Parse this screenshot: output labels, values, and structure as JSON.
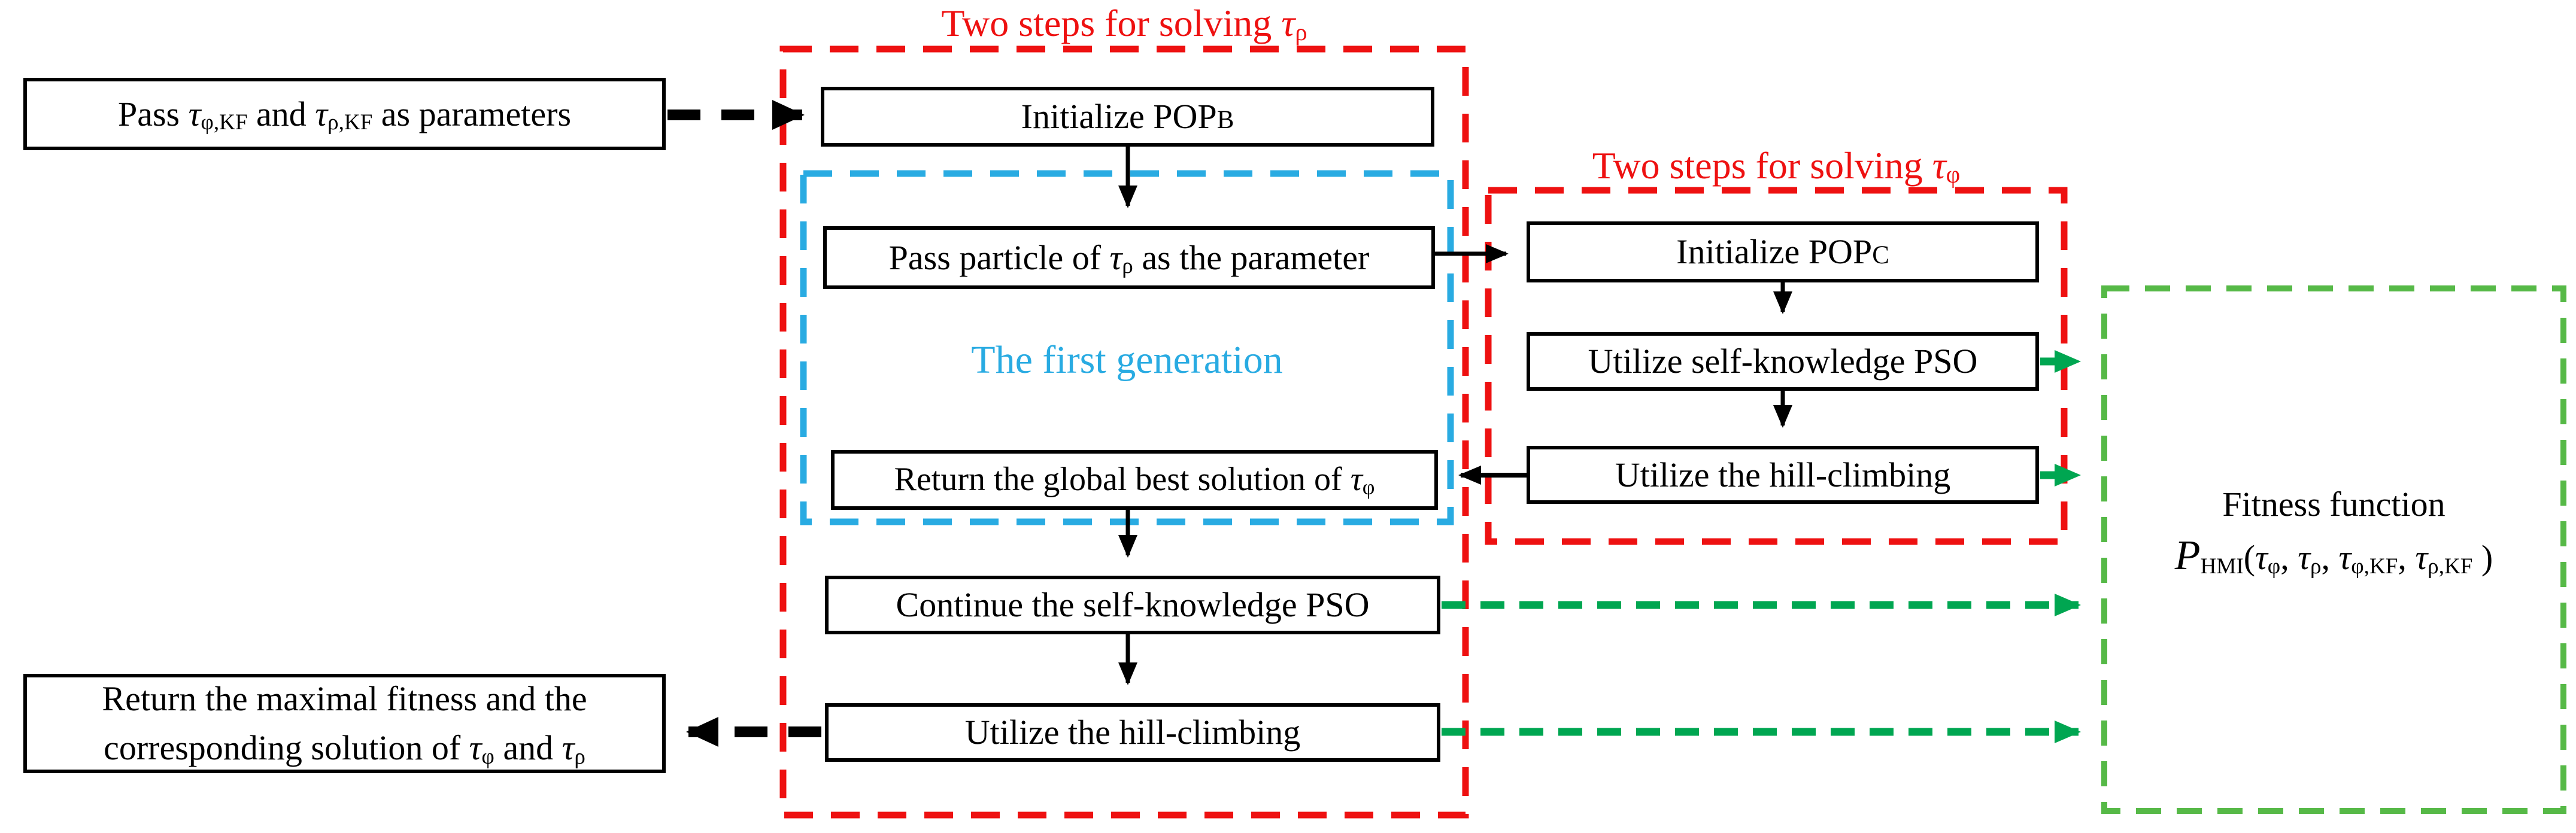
{
  "colors": {
    "red": "#ee1111",
    "blue": "#29abe2",
    "green-arrow": "#00a651",
    "green-box": "#56b947",
    "black": "#000000"
  },
  "titles": {
    "solve_rho": {
      "prefix": "Two steps for solving ",
      "tau": "τ",
      "sub": "ρ"
    },
    "solve_phi": {
      "prefix": "Two steps for solving ",
      "tau": "τ",
      "sub": "φ"
    },
    "first_generation": "The first generation"
  },
  "boxes": {
    "pass_params": {
      "t1": "Pass ",
      "tau1": "τ",
      "sub1": "φ,KF",
      "t2": " and ",
      "tau2": "τ",
      "sub2": "ρ,KF",
      "t3": " as parameters"
    },
    "init_popb": {
      "t1": "Initialize POP",
      "sub1": "B"
    },
    "pass_particle": {
      "t1": "Pass particle of ",
      "tau1": "τ",
      "sub1": "ρ",
      "t2": " as the parameter"
    },
    "return_global": {
      "t1": "Return the global best solution of ",
      "tau1": "τ",
      "sub1": "φ"
    },
    "continue_pso": {
      "t1": "Continue the self-knowledge PSO"
    },
    "hill_left": {
      "t1": "Utilize the hill-climbing"
    },
    "init_popc": {
      "t1": "Initialize POP",
      "sub1": "C"
    },
    "pso_right": {
      "t1": "Utilize self-knowledge PSO"
    },
    "hill_right": {
      "t1": "Utilize the hill-climbing"
    },
    "return_max": {
      "line1": "Return the maximal fitness and the",
      "l2a": "corresponding solution of ",
      "tau1": "τ",
      "sub1": "φ",
      "l2b": " and ",
      "tau2": "τ",
      "sub2": "ρ"
    },
    "fitness": {
      "line1": "Fitness function",
      "p": "P",
      "psub": "HMI",
      "open": "(",
      "tau1": "τ",
      "sub1": "φ",
      "c1": ", ",
      "tau2": "τ",
      "sub2": "ρ",
      "c2": ", ",
      "tau3": "τ",
      "sub3": "φ,KF",
      "c3": ", ",
      "tau4": "τ",
      "sub4": "ρ,KF",
      "close": " )"
    }
  }
}
